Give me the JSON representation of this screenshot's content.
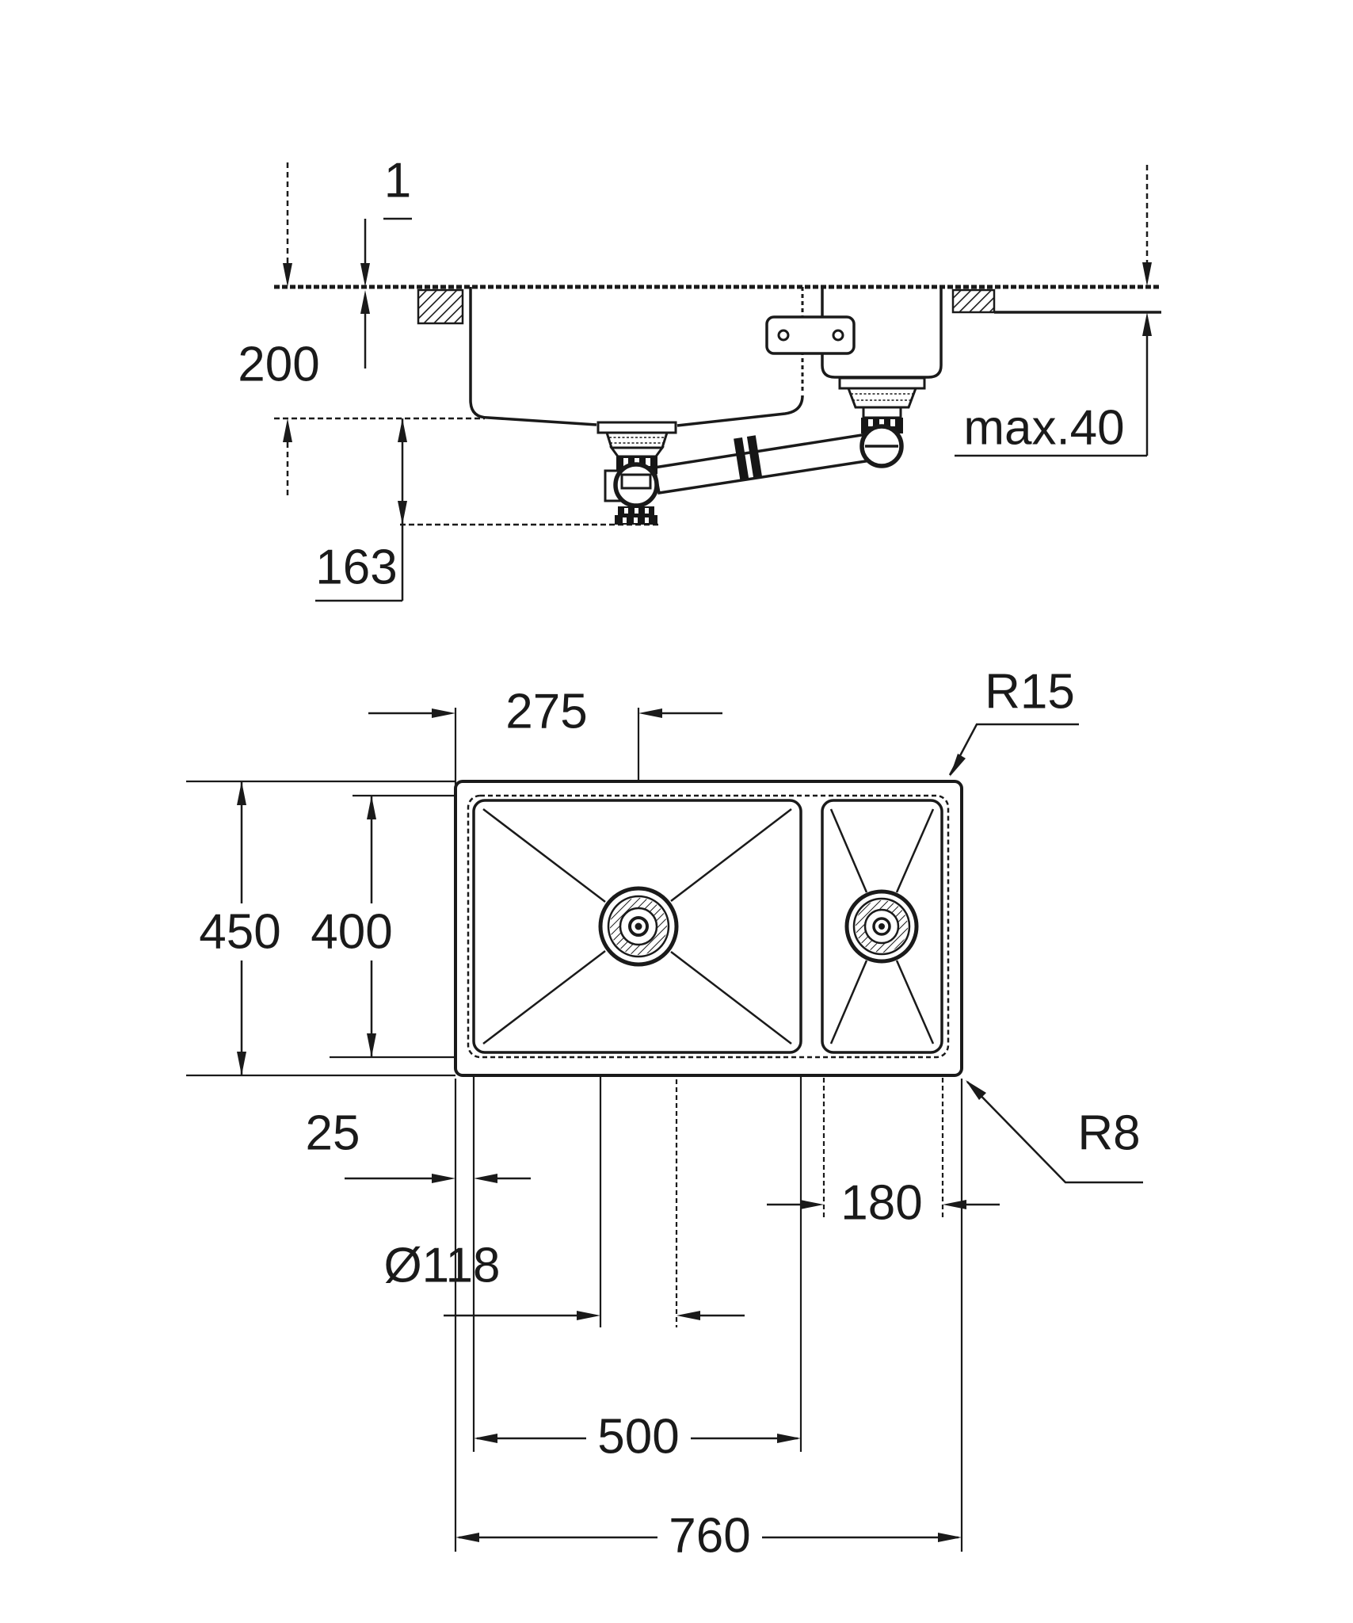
{
  "drawing_title": "sink-installation-dimension-drawing",
  "colors": {
    "line": "#1a1a1a",
    "background": "#ffffff"
  },
  "side_view": {
    "rim_height": "1",
    "bowl_depth": "200",
    "drain_height": "163",
    "counter_thickness": "max.40"
  },
  "plan_view": {
    "drain_offset": "275",
    "bowl_corner_radius": "R15",
    "overall_depth": "450",
    "bowl_inner_depth": "400",
    "rim_offset": "25",
    "small_bowl_width": "180",
    "drain_diameter": "Ø118",
    "main_bowl_width": "500",
    "overall_width": "760",
    "outer_corner_radius": "R8"
  }
}
